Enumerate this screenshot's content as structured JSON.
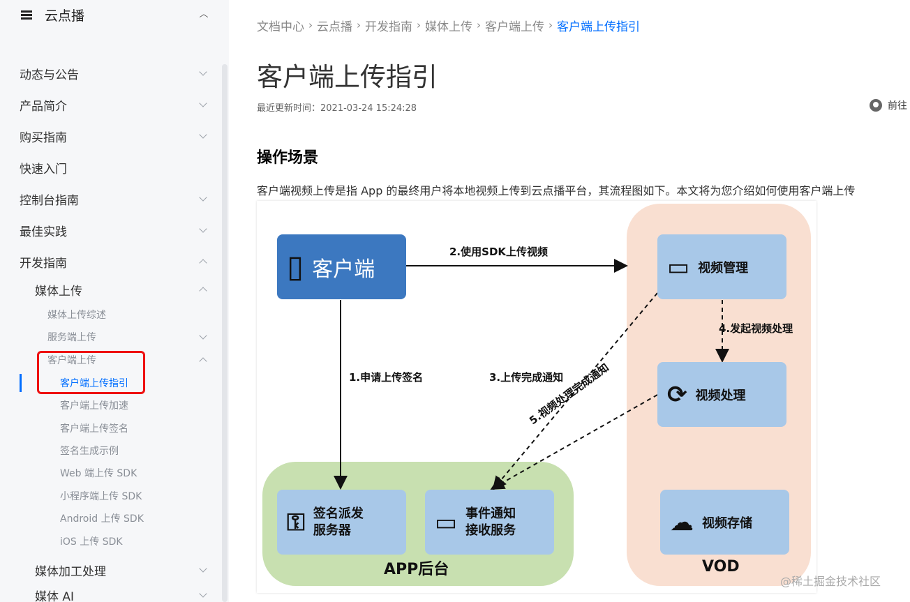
{
  "sidebar": {
    "title": "云点播",
    "menu_icon": "hamburger-icon",
    "items": [
      {
        "label": "动态与公告"
      },
      {
        "label": "产品简介"
      },
      {
        "label": "购买指南"
      },
      {
        "label": "快速入门"
      },
      {
        "label": "控制台指南"
      },
      {
        "label": "最佳实践"
      },
      {
        "label": "开发指南"
      },
      {
        "label": "媒体上传"
      },
      {
        "label": "媒体上传综述"
      },
      {
        "label": "服务端上传"
      },
      {
        "label": "客户端上传"
      },
      {
        "label": "客户端上传指引"
      },
      {
        "label": "客户端上传加速"
      },
      {
        "label": "客户端上传签名"
      },
      {
        "label": "签名生成示例"
      },
      {
        "label": "Web 端上传 SDK"
      },
      {
        "label": "小程序端上传 SDK"
      },
      {
        "label": "Android 上传 SDK"
      },
      {
        "label": "iOS 上传 SDK"
      },
      {
        "label": "媒体加工处理"
      },
      {
        "label": "媒体 AI"
      }
    ]
  },
  "breadcrumb": [
    "文档中心",
    "云点播",
    "开发指南",
    "媒体上传",
    "客户端上传",
    "客户端上传指引"
  ],
  "page": {
    "title": "客户端上传指引",
    "updated": "最近更新时间：2021-03-24 15:24:28",
    "github_label": "前往",
    "section_heading": "操作场景",
    "intro": "客户端视频上传是指 App 的最终用户将本地视频上传到云点播平台，其流程图如下。本文将为您介绍如何使用客户端上传"
  },
  "diagram": {
    "client": "客户端",
    "video_mgmt": "视频管理",
    "video_proc": "视频处理",
    "video_storage": "视频存储",
    "sign_server_l1": "签名派发",
    "sign_server_l2": "服务器",
    "event_l1": "事件通知",
    "event_l2": "接收服务",
    "app_region": "APP后台",
    "vod_region": "VOD",
    "step1": "1.申请上传签名",
    "step2": "2.使用SDK上传视频",
    "step3": "3.上传完成通知",
    "step4": "4.发起视频处理",
    "step5": "5.视频处理完成通知"
  },
  "watermark": "@稀土掘金技术社区",
  "colors": {
    "accent": "#006eff",
    "highlight_box": "#ee1111",
    "vod_bg": "#f9dfd1",
    "app_bg": "#c8e0b0",
    "box_bg": "#a8c8e8",
    "client_bg": "#3c78c0"
  }
}
